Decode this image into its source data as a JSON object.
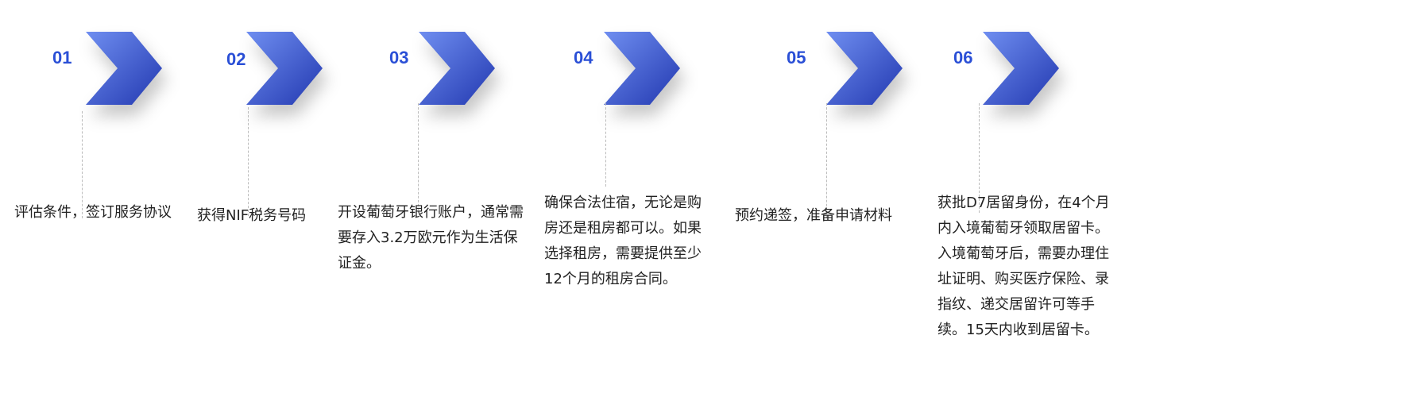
{
  "steps": [
    {
      "number": "01",
      "text": "评估条件，签订服务协议"
    },
    {
      "number": "02",
      "text": "获得NIF税务号码"
    },
    {
      "number": "03",
      "text": "开设葡萄牙银行账户，通常需要存入3.2万欧元作为生活保证金。"
    },
    {
      "number": "04",
      "text": "确保合法住宿，无论是购房还是租房都可以。如果选择租房，需要提供至少12个月的租房合同。"
    },
    {
      "number": "05",
      "text": "预约递签，准备申请材料"
    },
    {
      "number": "06",
      "text": "获批D7居留身份，在4个月内入境葡萄牙领取居留卡。入境葡萄牙后，需要办理住址证明、购买医疗保险、录指纹、递交居留许可等手续。15天内收到居留卡。"
    }
  ],
  "colors": {
    "accent": "#2a4fd6",
    "chevron_light": "#6f8ef0",
    "chevron_dark": "#2238b0"
  }
}
